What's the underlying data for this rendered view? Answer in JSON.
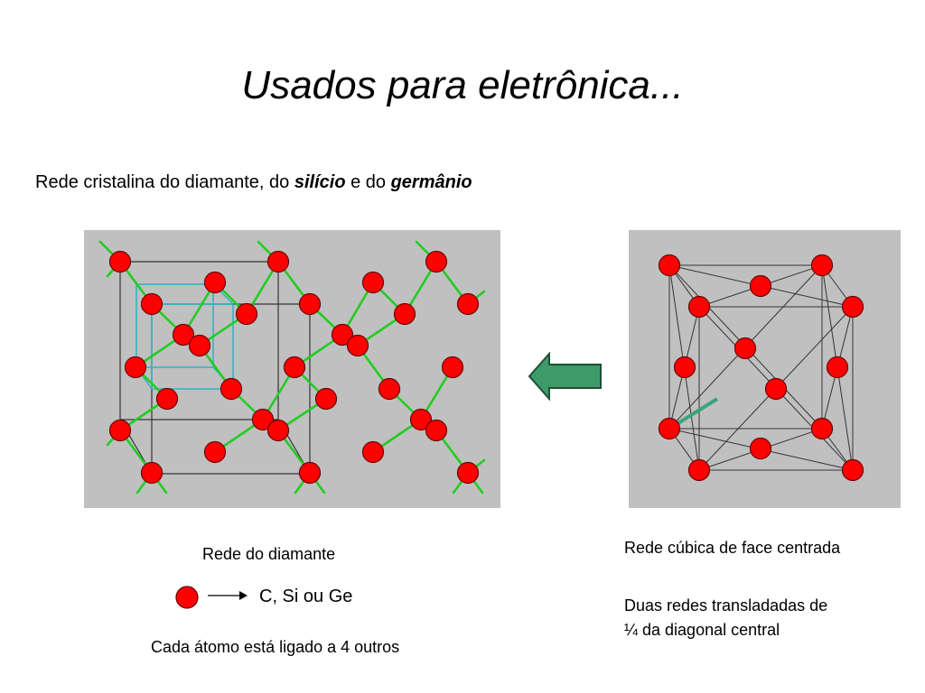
{
  "slide": {
    "title": "Usados para eletrônica...",
    "subtitle": {
      "part1": "Rede cristalina do diamante, do ",
      "silicon": "silício",
      "part2": " e do ",
      "germanium": "germânio"
    }
  },
  "diamond": {
    "caption": "Rede do diamante",
    "legend_text": "C, Si ou Ge",
    "note": "Cada átomo está ligado a 4 outros"
  },
  "fcc": {
    "caption": "Rede cúbica de face centrada",
    "shift_line1": "Duas redes transladadas de",
    "shift_line2": "¼ da diagonal central"
  },
  "colors": {
    "panel_bg": "#c0c0c0",
    "atom": "#ff0000",
    "atom_stroke": "#6b0000",
    "bond": "#22cc22",
    "edge": "#333333",
    "cyan": "#27b6c2",
    "arrow_fill": "#3f9a6a",
    "arrow_stroke": "#1f4f37",
    "teal_line": "#3aa57a"
  }
}
